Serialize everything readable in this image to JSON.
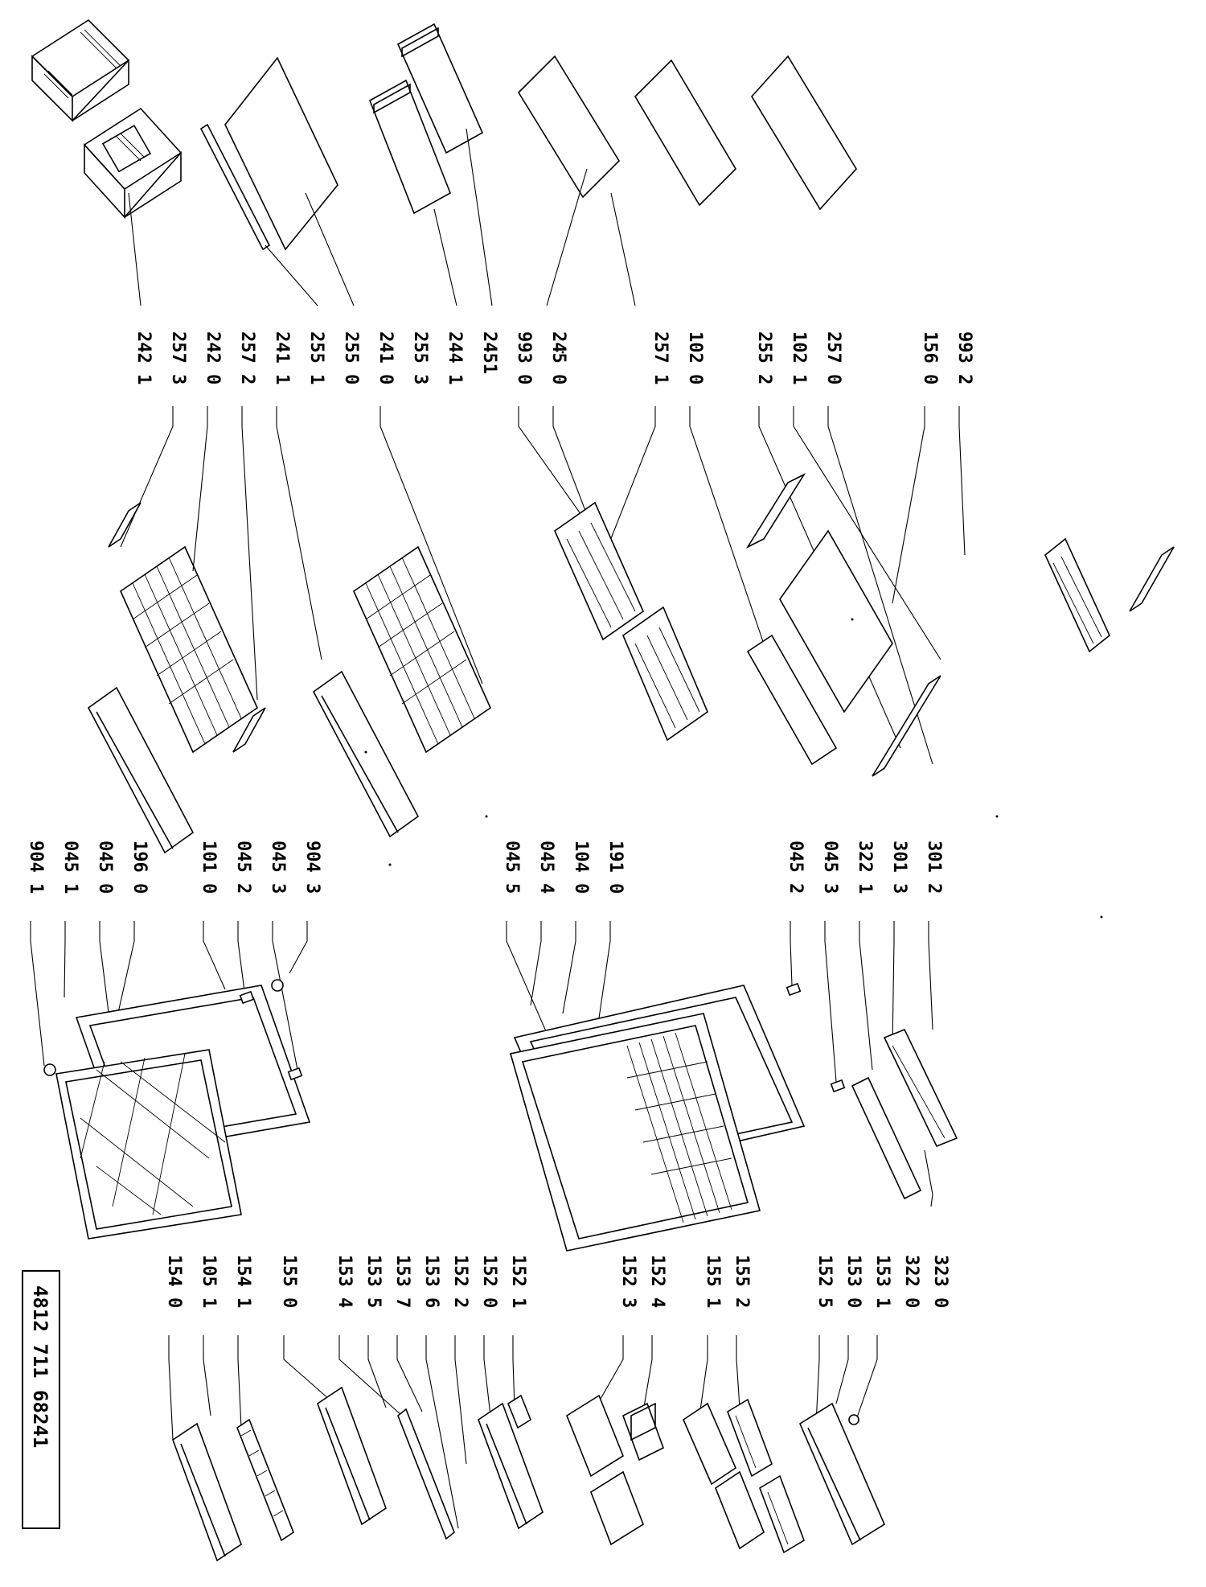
{
  "document": {
    "type": "exploded parts diagram",
    "orientation": "rotated 90° clockwise"
  },
  "doc_number": {
    "text": "4812 711 68241"
  },
  "sections": {
    "shelves_drawers": {
      "labels": [
        "242 1",
        "257 3",
        "242 0",
        "257 2",
        "241 1",
        "255 1",
        "255 0",
        "241 0",
        "255 3",
        "244 1",
        "2451",
        "993 0",
        "245 0",
        "257 1",
        "102 0",
        "255 2",
        "102 1",
        "257 0",
        "156 0",
        "993 2"
      ]
    },
    "freezer_door": {
      "labels": [
        "904 1",
        "045 1",
        "045 0",
        "196 0",
        "101 0",
        "045 2",
        "045 3",
        "904 3"
      ]
    },
    "fridge_door": {
      "labels": [
        "045 5",
        "045 4",
        "104 0",
        "191 0",
        "045 2",
        "045 3",
        "322 1",
        "301 3",
        "301 2"
      ]
    },
    "door_accessories": {
      "labels": [
        "154 0",
        "105 1",
        "154 1",
        "155 0",
        "153 4",
        "153 5",
        "153 7",
        "153 6",
        "152 2",
        "152 0",
        "152 1",
        "152 3",
        "152 4",
        "155 1",
        "155 2",
        "152 5",
        "153 0",
        "153 1",
        "322 0",
        "323 0"
      ]
    }
  }
}
